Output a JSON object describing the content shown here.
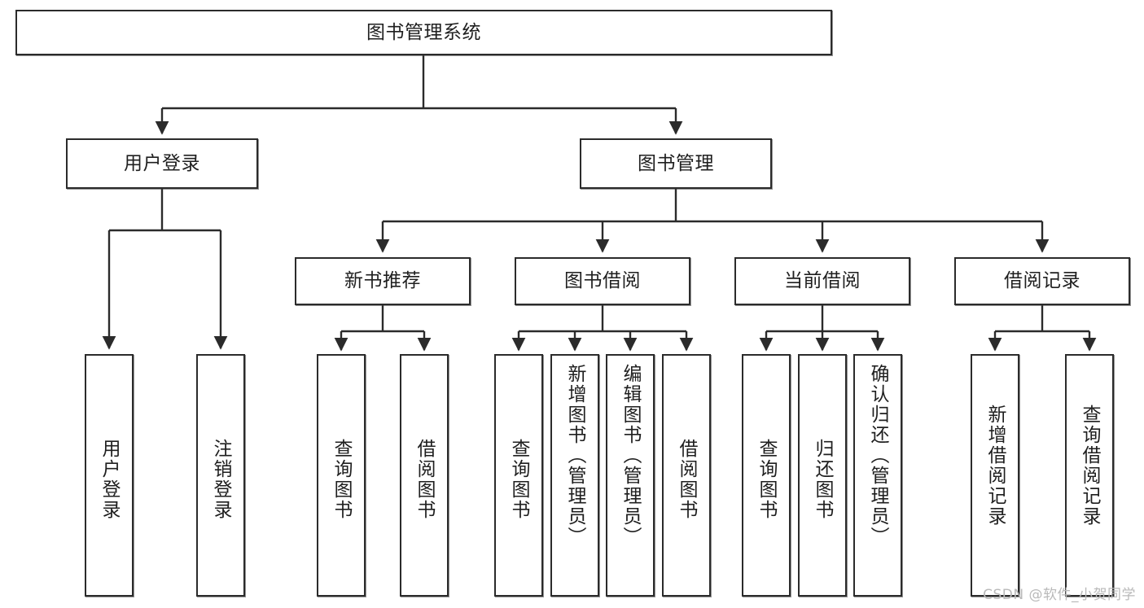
{
  "diagram": {
    "title": "图书管理系统",
    "type": "tree-hierarchy-diagram",
    "colors": {
      "box_border": "#2b2b2b",
      "box_fill": "#ffffff",
      "connector": "#1f1f1f",
      "text": "#1f1f1f",
      "watermark": "#b9b9b9"
    },
    "root": {
      "label": "图书管理系统"
    },
    "level2": [
      {
        "label": "用户登录"
      },
      {
        "label": "图书管理"
      }
    ],
    "level3": [
      {
        "label": "新书推荐"
      },
      {
        "label": "图书借阅"
      },
      {
        "label": "当前借阅"
      },
      {
        "label": "借阅记录"
      }
    ],
    "leaves": {
      "user_login": [
        {
          "label": "用户登录"
        },
        {
          "label": "注销登录"
        }
      ],
      "new_book_recommend": [
        {
          "label": "查询图书"
        },
        {
          "label": "借阅图书"
        }
      ],
      "book_borrow": [
        {
          "label": "查询图书"
        },
        {
          "label": "新增图书（管理员）"
        },
        {
          "label": "编辑图书（管理员）"
        },
        {
          "label": "借阅图书"
        }
      ],
      "current_borrow": [
        {
          "label": "查询图书"
        },
        {
          "label": "归还图书"
        },
        {
          "label": "确认归还（管理员）"
        }
      ],
      "borrow_record": [
        {
          "label": "新增借阅记录"
        },
        {
          "label": "查询借阅记录"
        }
      ]
    }
  },
  "watermark": {
    "text": "CSDN @软件_小贺同学"
  }
}
